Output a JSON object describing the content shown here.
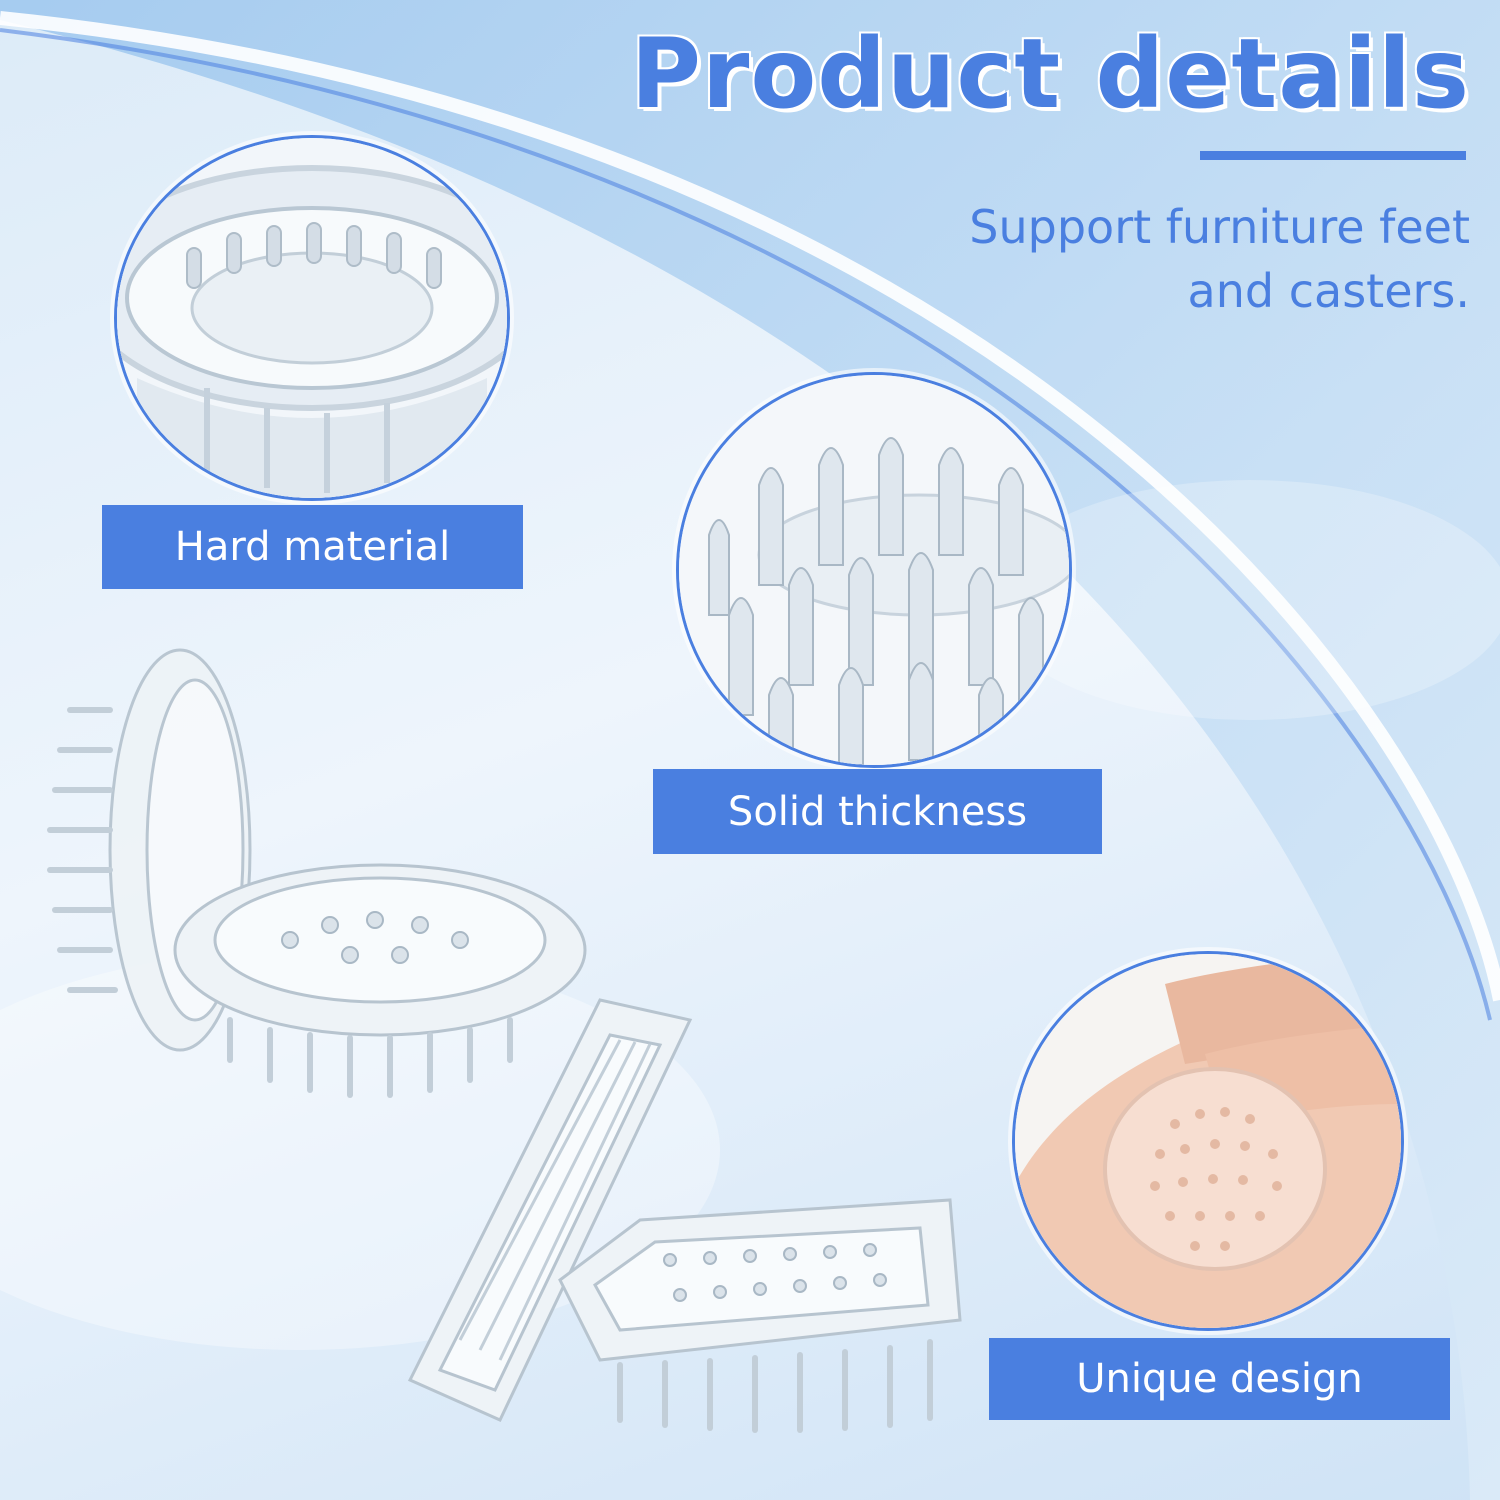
{
  "header": {
    "title": "Product details",
    "subtitle_line1": "Support furniture feet",
    "subtitle_line2": "and casters."
  },
  "features": [
    {
      "label": "Hard material",
      "icon": "round-caster-cup-closeup"
    },
    {
      "label": "Solid thickness",
      "icon": "spike-closeup"
    },
    {
      "label": "Unique design",
      "icon": "caster-cup-in-hand"
    }
  ],
  "colors": {
    "accent": "#4a7fe0",
    "label_text": "#ffffff",
    "background": "#dcebf8"
  }
}
